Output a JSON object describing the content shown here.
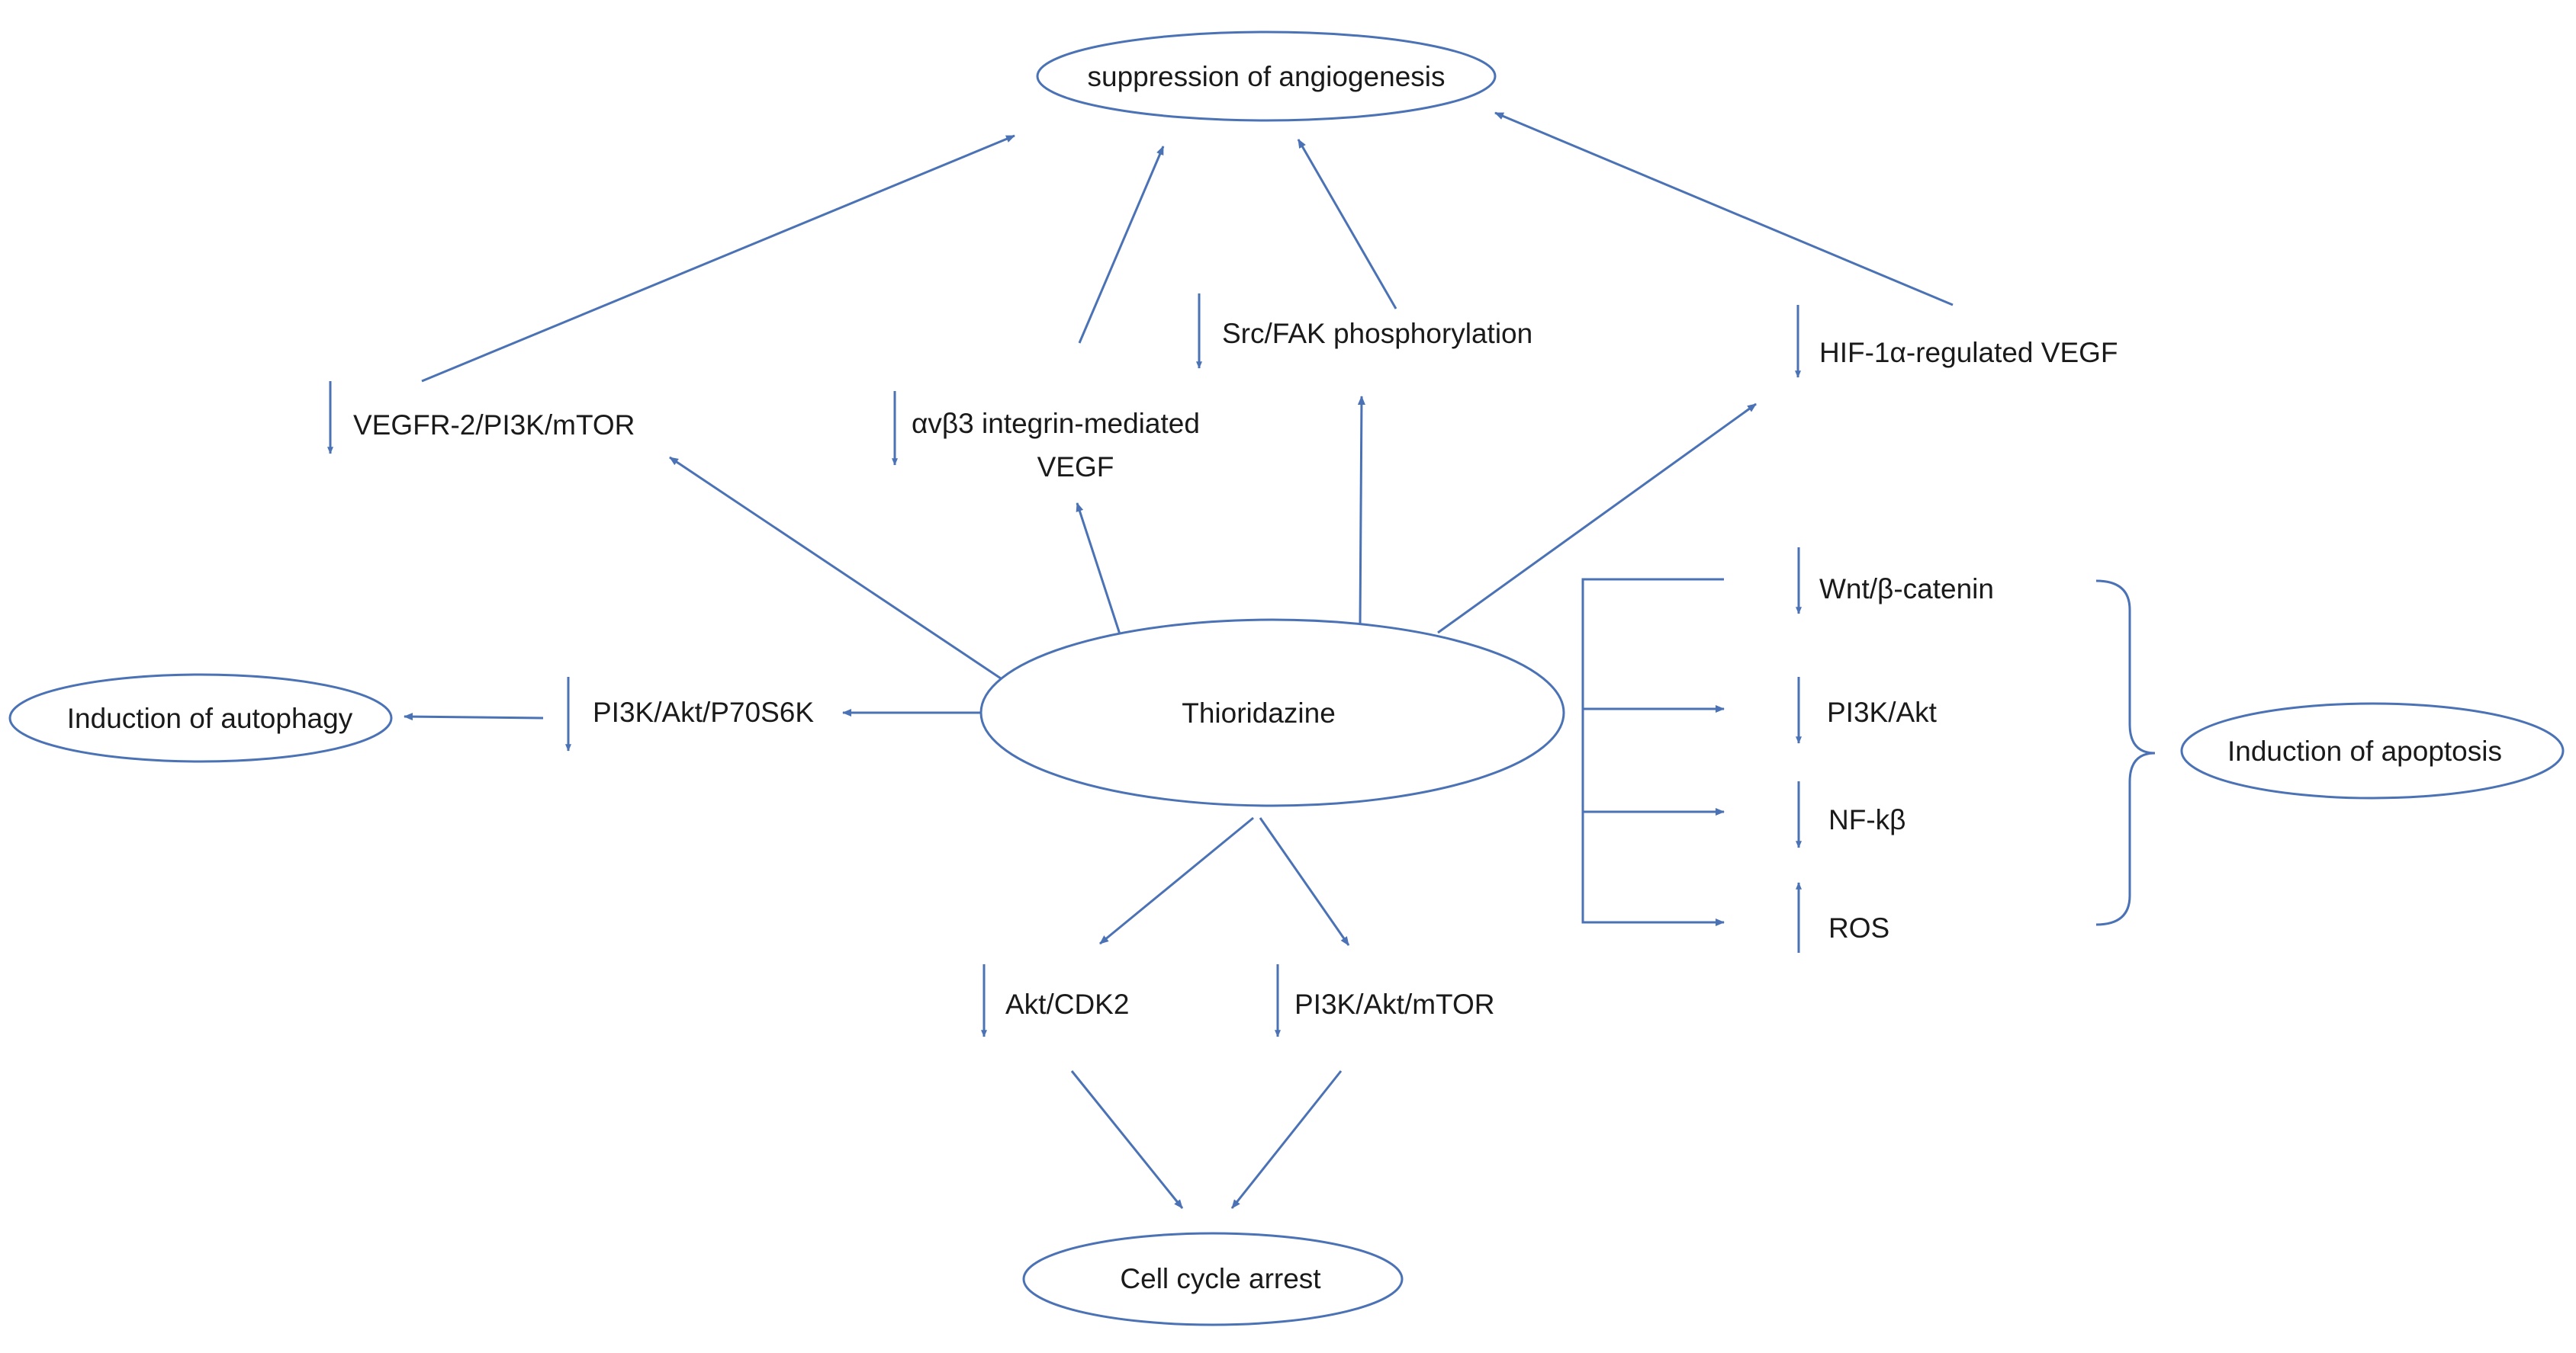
{
  "center": {
    "label": "Thioridazine"
  },
  "outcomes": {
    "angiogenesis": "suppression of angiogenesis",
    "autophagy": "Induction of autophagy",
    "apoptosis": "Induction of apoptosis",
    "cell_cycle": "Cell cycle arrest"
  },
  "pathways": {
    "vegfr2": {
      "label": "VEGFR-2/PI3K/mTOR",
      "direction": "down"
    },
    "integrin": {
      "line1": "αvβ3 integrin-mediated",
      "line2": "VEGF",
      "direction": "down"
    },
    "src_fak": {
      "label": "Src/FAK phosphorylation",
      "direction": "down"
    },
    "hif": {
      "label": "HIF-1α-regulated VEGF",
      "direction": "down"
    },
    "pi3k_p70": {
      "label": "PI3K/Akt/P70S6K",
      "direction": "down"
    },
    "wnt": {
      "label": "Wnt/β-catenin",
      "direction": "down"
    },
    "pi3k_akt": {
      "label": "PI3K/Akt",
      "direction": "down"
    },
    "nfkb": {
      "label": "NF-kβ",
      "direction": "down"
    },
    "ros": {
      "label": "ROS",
      "direction": "up"
    },
    "akt_cdk2": {
      "label": "Akt/CDK2",
      "direction": "down"
    },
    "pi3k_mtor": {
      "label": "PI3K/Akt/mTOR",
      "direction": "down"
    }
  },
  "colors": {
    "stroke": "#4a72b5",
    "text": "#1a1a1a",
    "background": "#ffffff"
  }
}
